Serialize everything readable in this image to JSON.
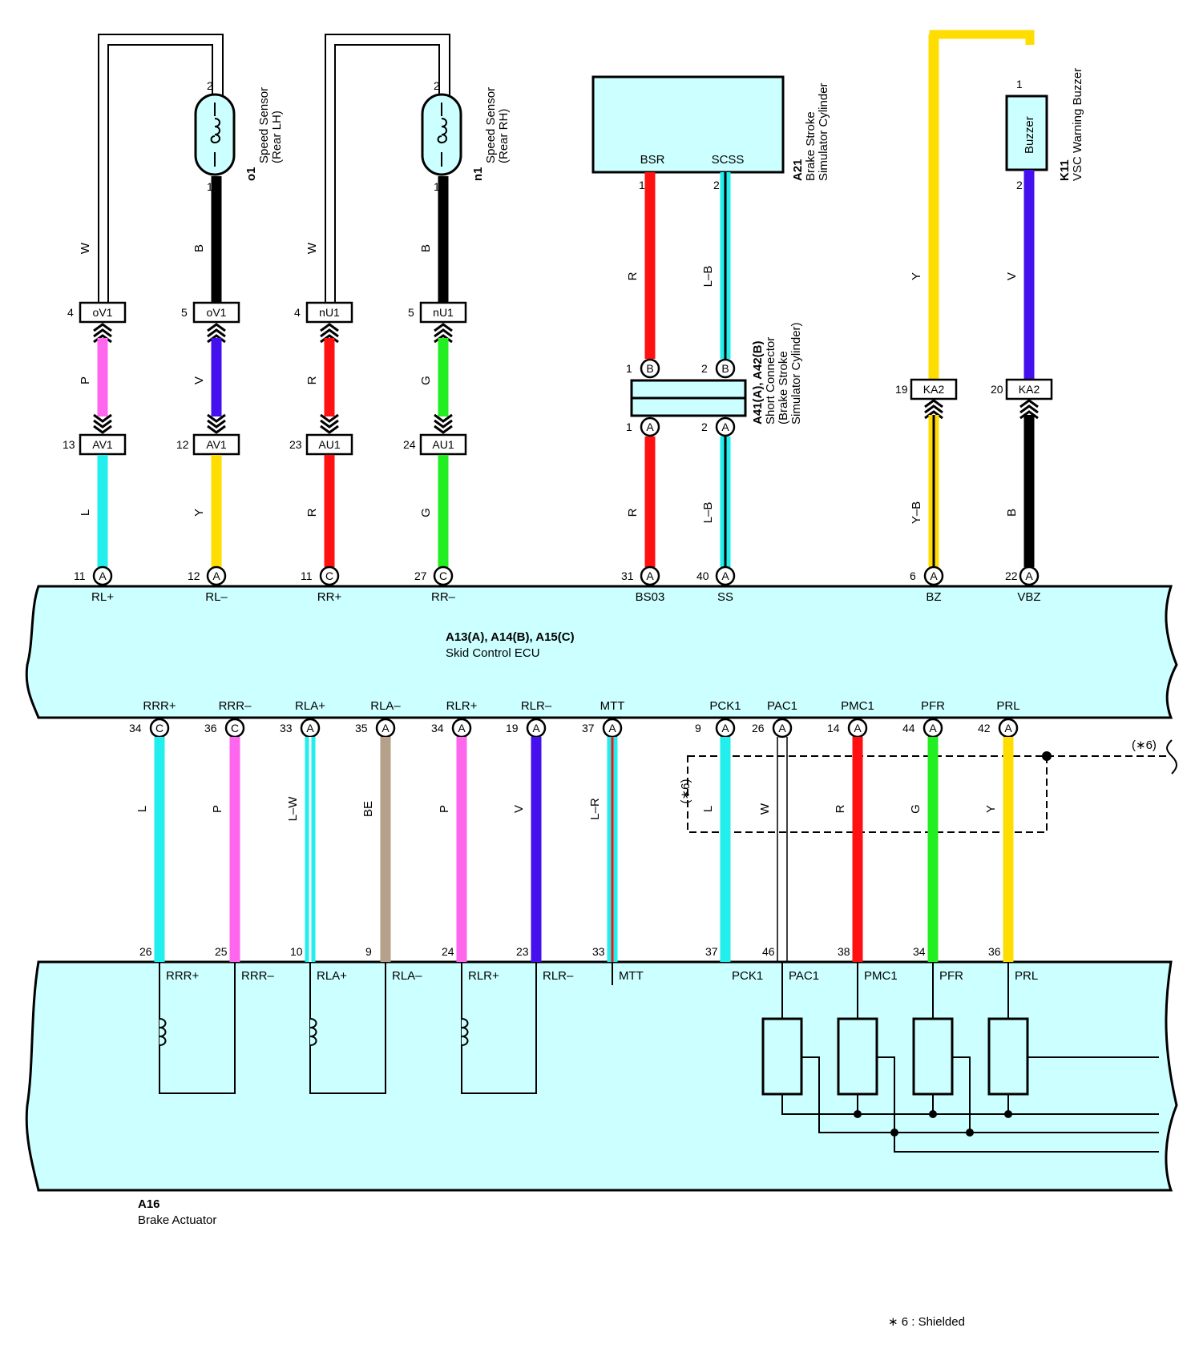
{
  "colors": {
    "ecu_fill": "#ccffff",
    "W": "#ffffff",
    "B": "#000000",
    "P": "#ff66ee",
    "V": "#4411ee",
    "R": "#ff1111",
    "G": "#22ee22",
    "L": "#22eeee",
    "Y": "#ffdd00",
    "BE": "#b5a08a"
  },
  "ecu": {
    "ref": "A13(A), A14(B), A15(C)",
    "name": "Skid Control ECU"
  },
  "actuator": {
    "ref": "A16",
    "name": "Brake Actuator"
  },
  "footnote": "∗ 6 : Shielded",
  "shield_label": "(∗6)",
  "components": {
    "o1": {
      "ref": "o1",
      "name1": "Speed Sensor",
      "name2": "(Rear LH)",
      "pin_top": "2",
      "pin_bottom": "1"
    },
    "n1": {
      "ref": "n1",
      "name1": "Speed Sensor",
      "name2": "(Rear RH)",
      "pin_top": "2",
      "pin_bottom": "1"
    },
    "a21": {
      "ref": "A21",
      "name1": "Brake Stroke",
      "name2": "Simulator Cylinder",
      "term1": "BSR",
      "term2": "SCSS",
      "pin1": "1",
      "pin2": "2"
    },
    "k11": {
      "ref": "K11",
      "name": "VSC Warning Buzzer",
      "inner": "Buzzer",
      "pin_top": "1",
      "pin_bottom": "2"
    },
    "short": {
      "ref": "A41(A), A42(B)",
      "name1": "Short Connector",
      "name2": "(Brake Stroke",
      "name3": "Simulator Cylinder)"
    }
  },
  "upper_wires": [
    {
      "top_color": "W",
      "mid_color": "P",
      "bottom_color": "L",
      "conn_top": "oV1",
      "conn_top_pin": "4",
      "conn_mid": "AV1",
      "conn_mid_pin": "13",
      "ecu_pin": "11",
      "ecu_conn": "A",
      "signal": "RL+"
    },
    {
      "top_color": "B",
      "mid_color": "V",
      "bottom_color": "Y",
      "conn_top": "oV1",
      "conn_top_pin": "5",
      "conn_mid": "AV1",
      "conn_mid_pin": "12",
      "ecu_pin": "12",
      "ecu_conn": "A",
      "signal": "RL–"
    },
    {
      "top_color": "W",
      "mid_color": "R",
      "bottom_color": "R",
      "conn_top": "nU1",
      "conn_top_pin": "4",
      "conn_mid": "AU1",
      "conn_mid_pin": "23",
      "ecu_pin": "11",
      "ecu_conn": "C",
      "signal": "RR+"
    },
    {
      "top_color": "B",
      "mid_color": "G",
      "bottom_color": "G",
      "conn_top": "nU1",
      "conn_top_pin": "5",
      "conn_mid": "AU1",
      "conn_mid_pin": "24",
      "ecu_pin": "27",
      "ecu_conn": "C",
      "signal": "RR–"
    }
  ],
  "simulator_wires": [
    {
      "top_color": "R",
      "bottom_color": "R",
      "b_pin": "1",
      "b_conn": "B",
      "a_pin": "1",
      "a_conn": "A",
      "ecu_pin": "31",
      "ecu_conn": "A",
      "signal": "BS03"
    },
    {
      "top_color": "L–B",
      "bottom_color": "L–B",
      "b_pin": "2",
      "b_conn": "B",
      "a_pin": "2",
      "a_conn": "A",
      "ecu_pin": "40",
      "ecu_conn": "A",
      "signal": "SS"
    }
  ],
  "buzzer_wires": [
    {
      "top_color": "Y",
      "bottom_color": "Y–B",
      "conn": "KA2",
      "conn_pin": "19",
      "ecu_pin": "6",
      "ecu_conn": "A",
      "signal": "BZ"
    },
    {
      "top_color": "V",
      "bottom_color": "B",
      "conn": "KA2",
      "conn_pin": "20",
      "ecu_pin": "22",
      "ecu_conn": "A",
      "signal": "VBZ"
    }
  ],
  "lower_wires": [
    {
      "ecu_signal": "RRR+",
      "ecu_pin": "34",
      "ecu_conn": "C",
      "color": "L",
      "act_pin": "26",
      "act_signal": "RRR+"
    },
    {
      "ecu_signal": "RRR–",
      "ecu_pin": "36",
      "ecu_conn": "C",
      "color": "P",
      "act_pin": "25",
      "act_signal": "RRR–"
    },
    {
      "ecu_signal": "RLA+",
      "ecu_pin": "33",
      "ecu_conn": "A",
      "color": "L–W",
      "act_pin": "10",
      "act_signal": "RLA+"
    },
    {
      "ecu_signal": "RLA–",
      "ecu_pin": "35",
      "ecu_conn": "A",
      "color": "BE",
      "act_pin": "9",
      "act_signal": "RLA–"
    },
    {
      "ecu_signal": "RLR+",
      "ecu_pin": "34",
      "ecu_conn": "A",
      "color": "P",
      "act_pin": "24",
      "act_signal": "RLR+"
    },
    {
      "ecu_signal": "RLR–",
      "ecu_pin": "19",
      "ecu_conn": "A",
      "color": "V",
      "act_pin": "23",
      "act_signal": "RLR–"
    },
    {
      "ecu_signal": "MTT",
      "ecu_pin": "37",
      "ecu_conn": "A",
      "color": "L–R",
      "act_pin": "33",
      "act_signal": "MTT"
    },
    {
      "ecu_signal": "PCK1",
      "ecu_pin": "9",
      "ecu_conn": "A",
      "color": "L",
      "act_pin": "37",
      "act_signal": "PCK1"
    },
    {
      "ecu_signal": "PAC1",
      "ecu_pin": "26",
      "ecu_conn": "A",
      "color": "W",
      "act_pin": "46",
      "act_signal": "PAC1"
    },
    {
      "ecu_signal": "PMC1",
      "ecu_pin": "14",
      "ecu_conn": "A",
      "color": "R",
      "act_pin": "38",
      "act_signal": "PMC1"
    },
    {
      "ecu_signal": "PFR",
      "ecu_pin": "44",
      "ecu_conn": "A",
      "color": "G",
      "act_pin": "34",
      "act_signal": "PFR"
    },
    {
      "ecu_signal": "PRL",
      "ecu_pin": "42",
      "ecu_conn": "A",
      "color": "Y",
      "act_pin": "36",
      "act_signal": "PRL"
    }
  ]
}
